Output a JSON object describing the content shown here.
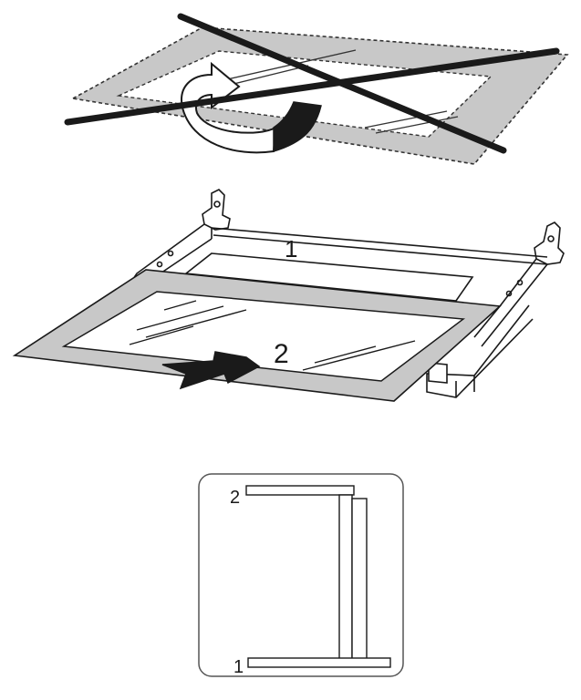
{
  "figure_top": {
    "description_visible": false
  },
  "figure_middle": {
    "label_inner_panel": "1",
    "label_outer_panel": "2"
  },
  "figure_bottom": {
    "label_top_rail": "2",
    "label_bottom_rail": "1"
  },
  "colors": {
    "line": "#1a1a1a",
    "glass_fill": "#ffffff",
    "frame_gray": "#c8c8c8",
    "arrow": "#1a1a1a"
  },
  "icons": {
    "cross": "prohibited-cross-icon",
    "rotate_arrow": "flip-arrow-icon",
    "slide_arrow": "slide-out-arrow-icon"
  }
}
